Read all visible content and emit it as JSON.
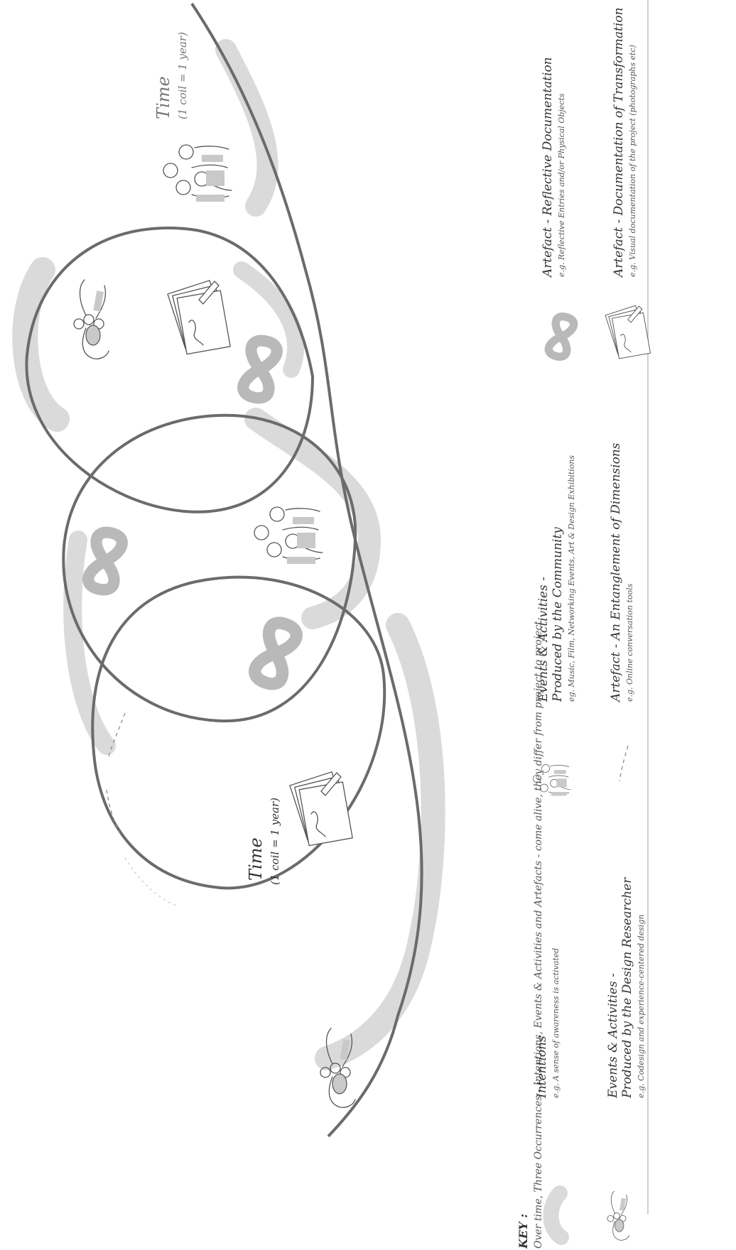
{
  "time_label_main": "Time",
  "time_sub_main": "(1 coil = 1 year)",
  "time_label_top": "Time",
  "time_sub_top": "(1 coil = 1 year)",
  "key": {
    "title": "KEY :",
    "intro": "Over time, Three Occurrences - Intentions, Events & Activities and Artefacts - come alive, they differ from project to project",
    "items": [
      {
        "title": "Intentions",
        "subtitle": "",
        "example": "e.g. A sense of awareness is activated",
        "icon": "shade-arc-icon"
      },
      {
        "title": "Events & Activities -",
        "subtitle": "Produced by the Design Researcher",
        "example": "e.g. Codesign and experience-centered design",
        "icon": "researcher-group-icon"
      },
      {
        "title": "Events & Activities -",
        "subtitle": "Produced by the Community",
        "example": "eg. Music, Film, Networking Events, Art & Design Exhibitions",
        "icon": "community-group-icon"
      },
      {
        "title": "Artefact - An Entanglement of Dimensions",
        "subtitle": "",
        "example": "e.g. Online conversation tools",
        "icon": "dashed-arrow-icon"
      },
      {
        "title": "Artefact - Reflective Documentation",
        "subtitle": "",
        "example": "e.g. Reflective Entries and/or Physical Objects",
        "icon": "infinity-icon"
      },
      {
        "title": "Artefact - Documentation of Transformation",
        "subtitle": "",
        "example": "e.g. Visual documentation of the project (photographs etc)",
        "icon": "notebook-pen-icon"
      }
    ]
  },
  "colors": {
    "coil": "#6b6b6b",
    "shade": "#dadada",
    "ink": "#555555",
    "divider": "#bbbbbb"
  }
}
